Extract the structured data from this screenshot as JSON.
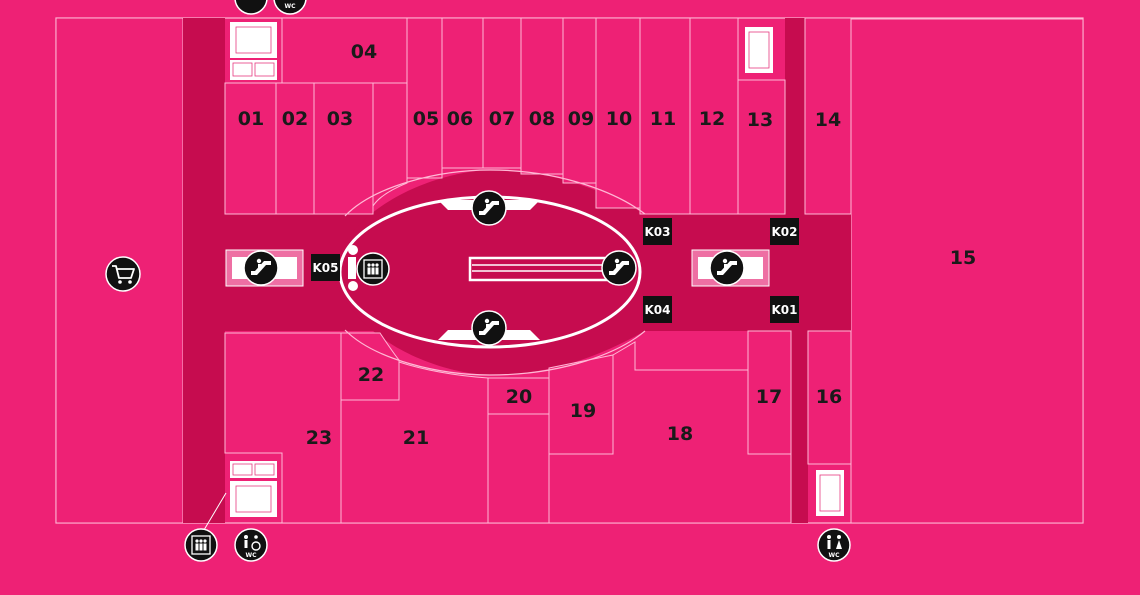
{
  "colors": {
    "background": "#ee2175",
    "corridor": "#c60c4f",
    "outline": "#ffb8d5",
    "icon_fill": "#111111",
    "label": "#1a1a1a"
  },
  "units": {
    "u01": "01",
    "u02": "02",
    "u03": "03",
    "u04": "04",
    "u05": "05",
    "u06": "06",
    "u07": "07",
    "u08": "08",
    "u09": "09",
    "u10": "10",
    "u11": "11",
    "u12": "12",
    "u13": "13",
    "u14": "14",
    "u15": "15",
    "u16": "16",
    "u17": "17",
    "u18": "18",
    "u19": "19",
    "u20": "20",
    "u21": "21",
    "u22": "22",
    "u23": "23"
  },
  "kiosks": {
    "k01": "K01",
    "k02": "K02",
    "k03": "K03",
    "k04": "K04",
    "k05": "K05"
  },
  "icons": {
    "wc_label": "WC",
    "cart": "shopping-cart-icon",
    "escalator": "escalator-icon",
    "elevator": "elevator-icon",
    "restroom": "restroom-icon",
    "accessible_wc": "accessible-wc-icon"
  }
}
